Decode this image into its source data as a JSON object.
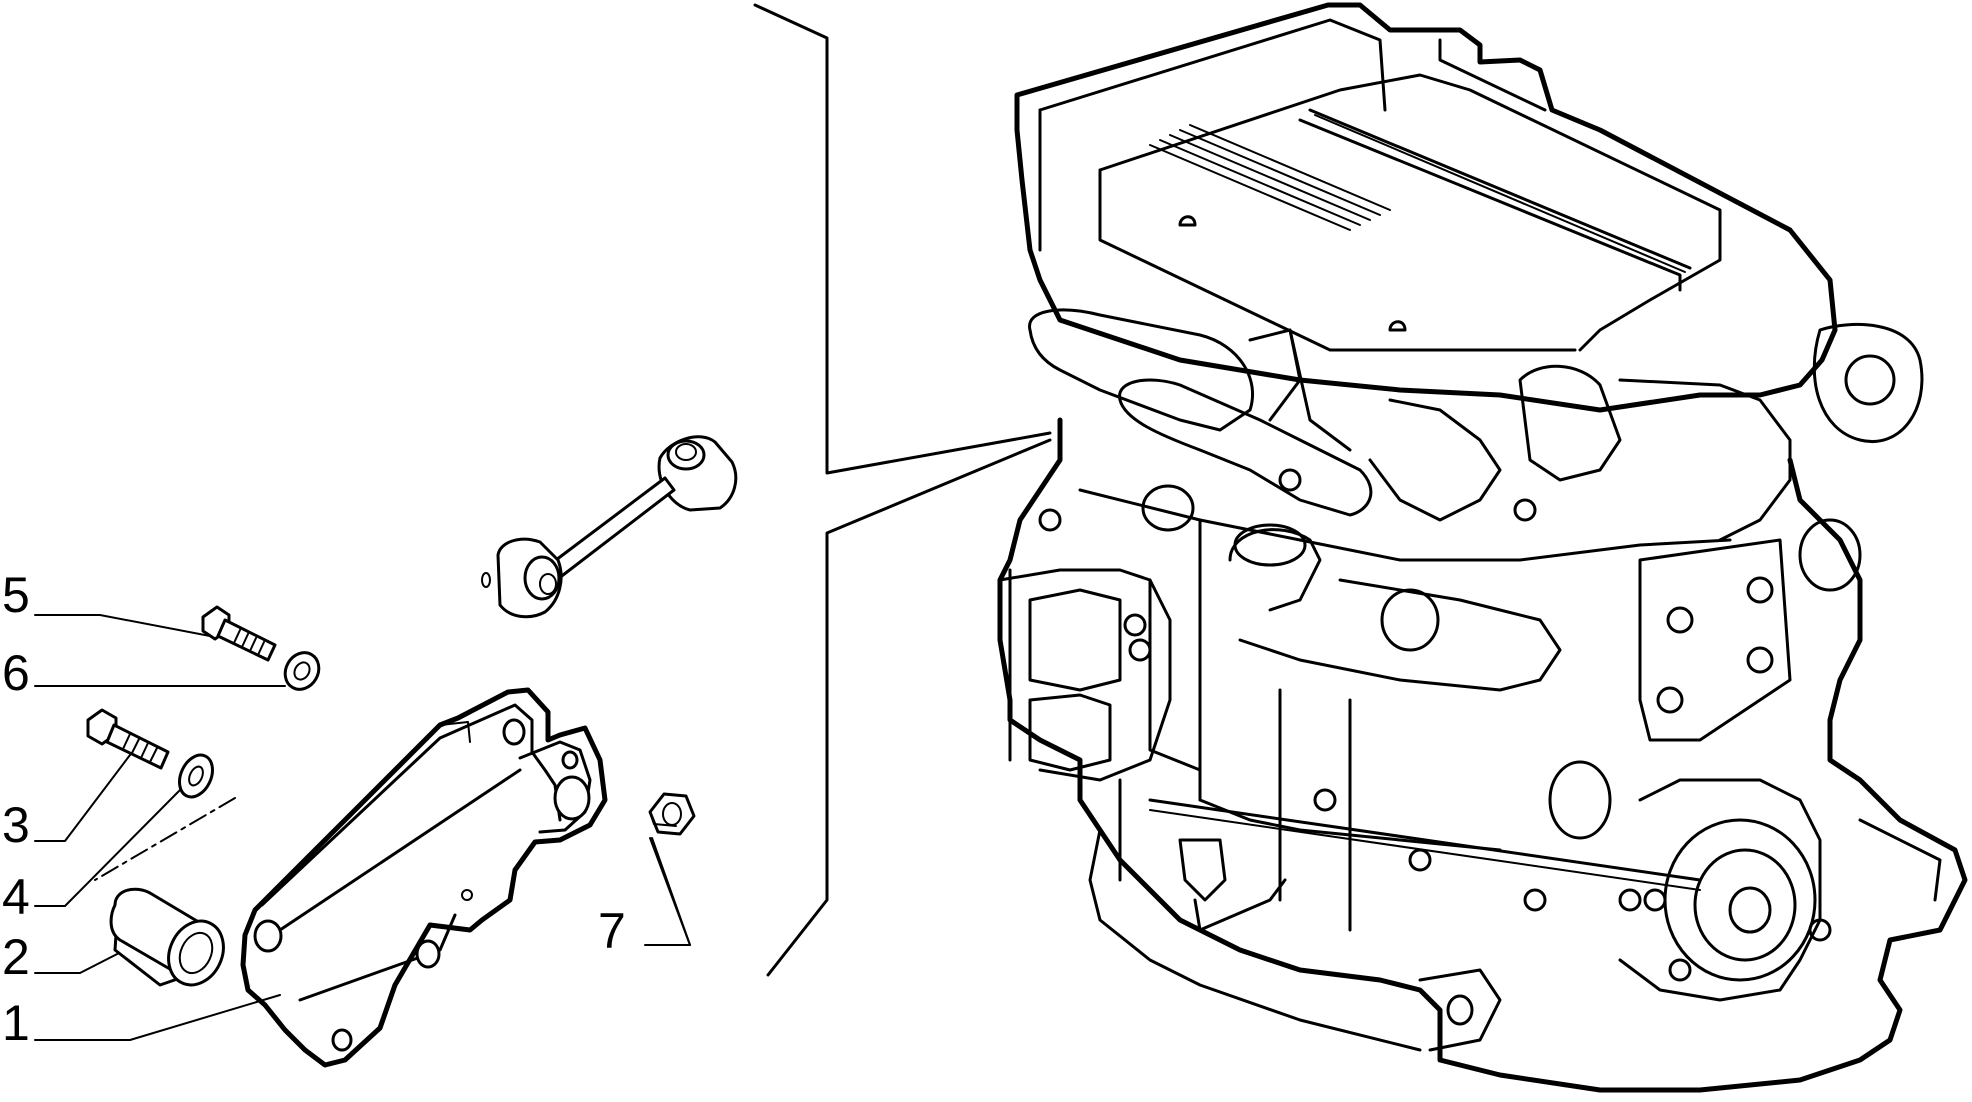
{
  "callouts": {
    "c1": "1",
    "c2": "2",
    "c3": "3",
    "c4": "4",
    "c5": "5",
    "c6": "6",
    "c7": "7"
  },
  "style": {
    "line_color": "#000000",
    "background": "#ffffff"
  }
}
